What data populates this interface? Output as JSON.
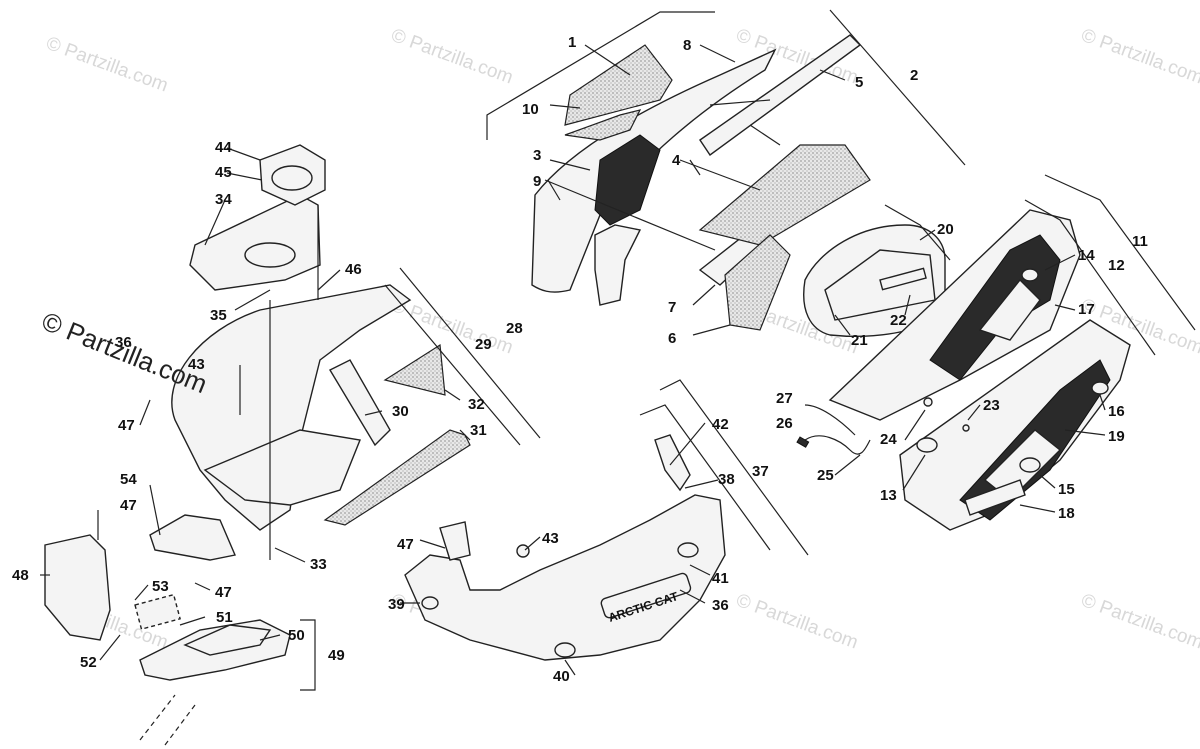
{
  "watermark": {
    "text": "© Partzilla.com",
    "overlay_text": "© Partzilla.com"
  },
  "diagram": {
    "callouts": [
      "1",
      "2",
      "3",
      "4",
      "5",
      "6",
      "7",
      "8",
      "9",
      "10",
      "11",
      "12",
      "13",
      "14",
      "15",
      "16",
      "17",
      "18",
      "19",
      "20",
      "21",
      "22",
      "23",
      "24",
      "25",
      "26",
      "27",
      "28",
      "29",
      "30",
      "31",
      "32",
      "33",
      "34",
      "35",
      "36",
      "36",
      "37",
      "38",
      "39",
      "40",
      "41",
      "42",
      "43",
      "43",
      "44",
      "45",
      "46",
      "47",
      "47",
      "47",
      "47",
      "48",
      "49",
      "50",
      "51",
      "52",
      "53",
      "54"
    ],
    "decal_text": "ARCTIC CAT"
  }
}
